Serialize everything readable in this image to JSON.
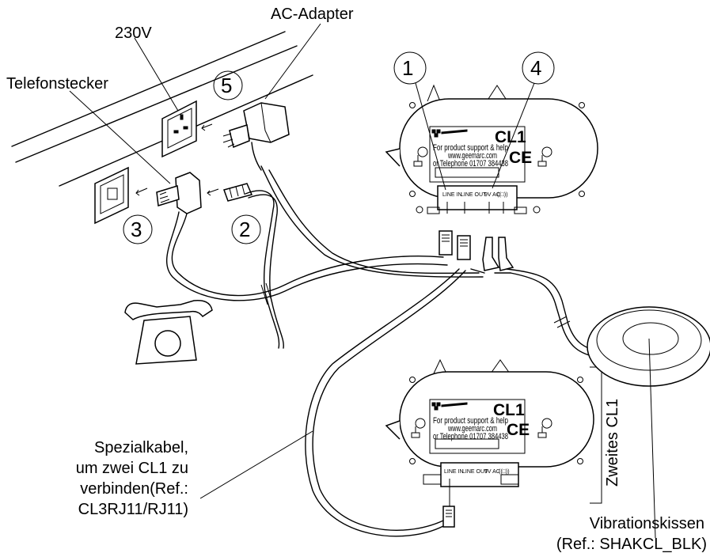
{
  "labels": {
    "ac_adapter": "AC-Adapter",
    "voltage": "230V",
    "phone_plug": "Telefonstecker",
    "special_cable": [
      "Spezialkabel,",
      "um zwei CL1 zu",
      "verbinden(Ref.:",
      "CL3RJ11/RJ11)"
    ],
    "second_cl1": "Zweites CL1",
    "vibration_pad": [
      "Vibrationskissen",
      "(Ref.: SHAKCL_BLK)"
    ]
  },
  "callouts": [
    "1",
    "2",
    "3",
    "4",
    "5"
  ],
  "device_top": {
    "model": "CL1",
    "support_lines": [
      "For product support & help",
      "www.geemarc.com",
      "or Telephone 01707 384438"
    ],
    "ce_mark": "CE",
    "ports": [
      "LINE IN",
      "LINE OUT",
      "9V AC",
      "((□))"
    ]
  },
  "device_bottom": {
    "model": "CL1",
    "support_lines": [
      "For product support & help",
      "www.geemarc.com",
      "or Telephone 01707 384438"
    ],
    "ce_mark": "CE",
    "ports": [
      "LINE IN",
      "LINE OUT",
      "9V AC",
      "((□))"
    ]
  }
}
